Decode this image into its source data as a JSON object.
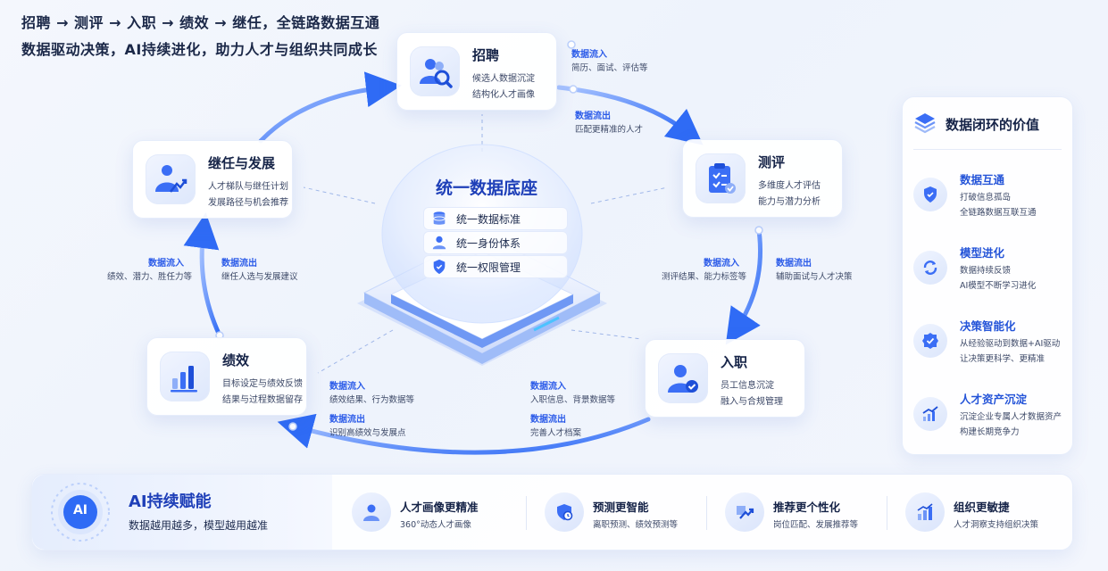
{
  "header": {
    "line1": "招聘 → 测评 → 入职 → 绩效 → 继任，全链路数据互通",
    "line2": "数据驱动决策，AI持续进化，助力人才与组织共同成长"
  },
  "center": {
    "title": "统一数据底座",
    "items": [
      "统一数据标准",
      "统一身份体系",
      "统一权限管理"
    ]
  },
  "nodes": {
    "recruit": {
      "title": "招聘",
      "lines": [
        "候选人数据沉淀",
        "结构化人才画像"
      ]
    },
    "assess": {
      "title": "测评",
      "lines": [
        "多维度人才评估",
        "能力与潜力分析"
      ]
    },
    "onboard": {
      "title": "入职",
      "lines": [
        "员工信息沉淀",
        "融入与合规管理"
      ]
    },
    "perf": {
      "title": "绩效",
      "lines": [
        "目标设定与绩效反馈",
        "结果与过程数据留存"
      ]
    },
    "succ": {
      "title": "继任与发展",
      "lines": [
        "人才梯队与继任计划",
        "发展路径与机会推荐"
      ]
    }
  },
  "flows": {
    "recruit_in": {
      "title": "数据流入",
      "desc": "简历、面试、评估等"
    },
    "recruit_out": {
      "title": "数据流出",
      "desc": "匹配更精准的人才"
    },
    "assess_in": {
      "title": "数据流入",
      "desc": "测评结果、能力标签等"
    },
    "assess_out": {
      "title": "数据流出",
      "desc": "辅助面试与人才决策"
    },
    "onboard_in": {
      "title": "数据流入",
      "desc": "入职信息、背景数据等"
    },
    "onboard_out": {
      "title": "数据流出",
      "desc": "完善人才档案"
    },
    "perf_in": {
      "title": "数据流入",
      "desc": "绩效结果、行为数据等"
    },
    "perf_out": {
      "title": "数据流出",
      "desc": "识别高绩效与发展点"
    },
    "succ_in": {
      "title": "数据流入",
      "desc": "绩效、潜力、胜任力等"
    },
    "succ_out": {
      "title": "数据流出",
      "desc": "继任人选与发展建议"
    }
  },
  "value_panel": {
    "title": "数据闭环的价值",
    "items": [
      {
        "title": "数据互通",
        "lines": [
          "打破信息孤岛",
          "全链路数据互联互通"
        ],
        "icon": "shield-check-icon"
      },
      {
        "title": "模型进化",
        "lines": [
          "数据持续反馈",
          "AI模型不断学习进化"
        ],
        "icon": "cycle-icon"
      },
      {
        "title": "决策智能化",
        "lines": [
          "从经验驱动到数据+AI驱动",
          "让决策更科学、更精准"
        ],
        "icon": "badge-check-icon"
      },
      {
        "title": "人才资产沉淀",
        "lines": [
          "沉淀企业专属人才数据资产",
          "构建长期竞争力"
        ],
        "icon": "chart-up-icon"
      }
    ]
  },
  "ai_bar": {
    "badge": "AI",
    "title": "AI持续赋能",
    "subtitle": "数据越用越多，模型越用越准",
    "features": [
      {
        "title": "人才画像更精准",
        "desc": "360°动态人才画像",
        "icon": "person-icon"
      },
      {
        "title": "预测更智能",
        "desc": "离职预测、绩效预测等",
        "icon": "forecast-icon"
      },
      {
        "title": "推荐更个性化",
        "desc": "岗位匹配、发展推荐等",
        "icon": "recommend-icon"
      },
      {
        "title": "组织更敏捷",
        "desc": "人才洞察支持组织决策",
        "icon": "org-chart-icon"
      }
    ]
  },
  "colors": {
    "accent": "#2f6bf5",
    "accent_dark": "#1e3fb8",
    "flow_text": "#2a5ae8"
  }
}
